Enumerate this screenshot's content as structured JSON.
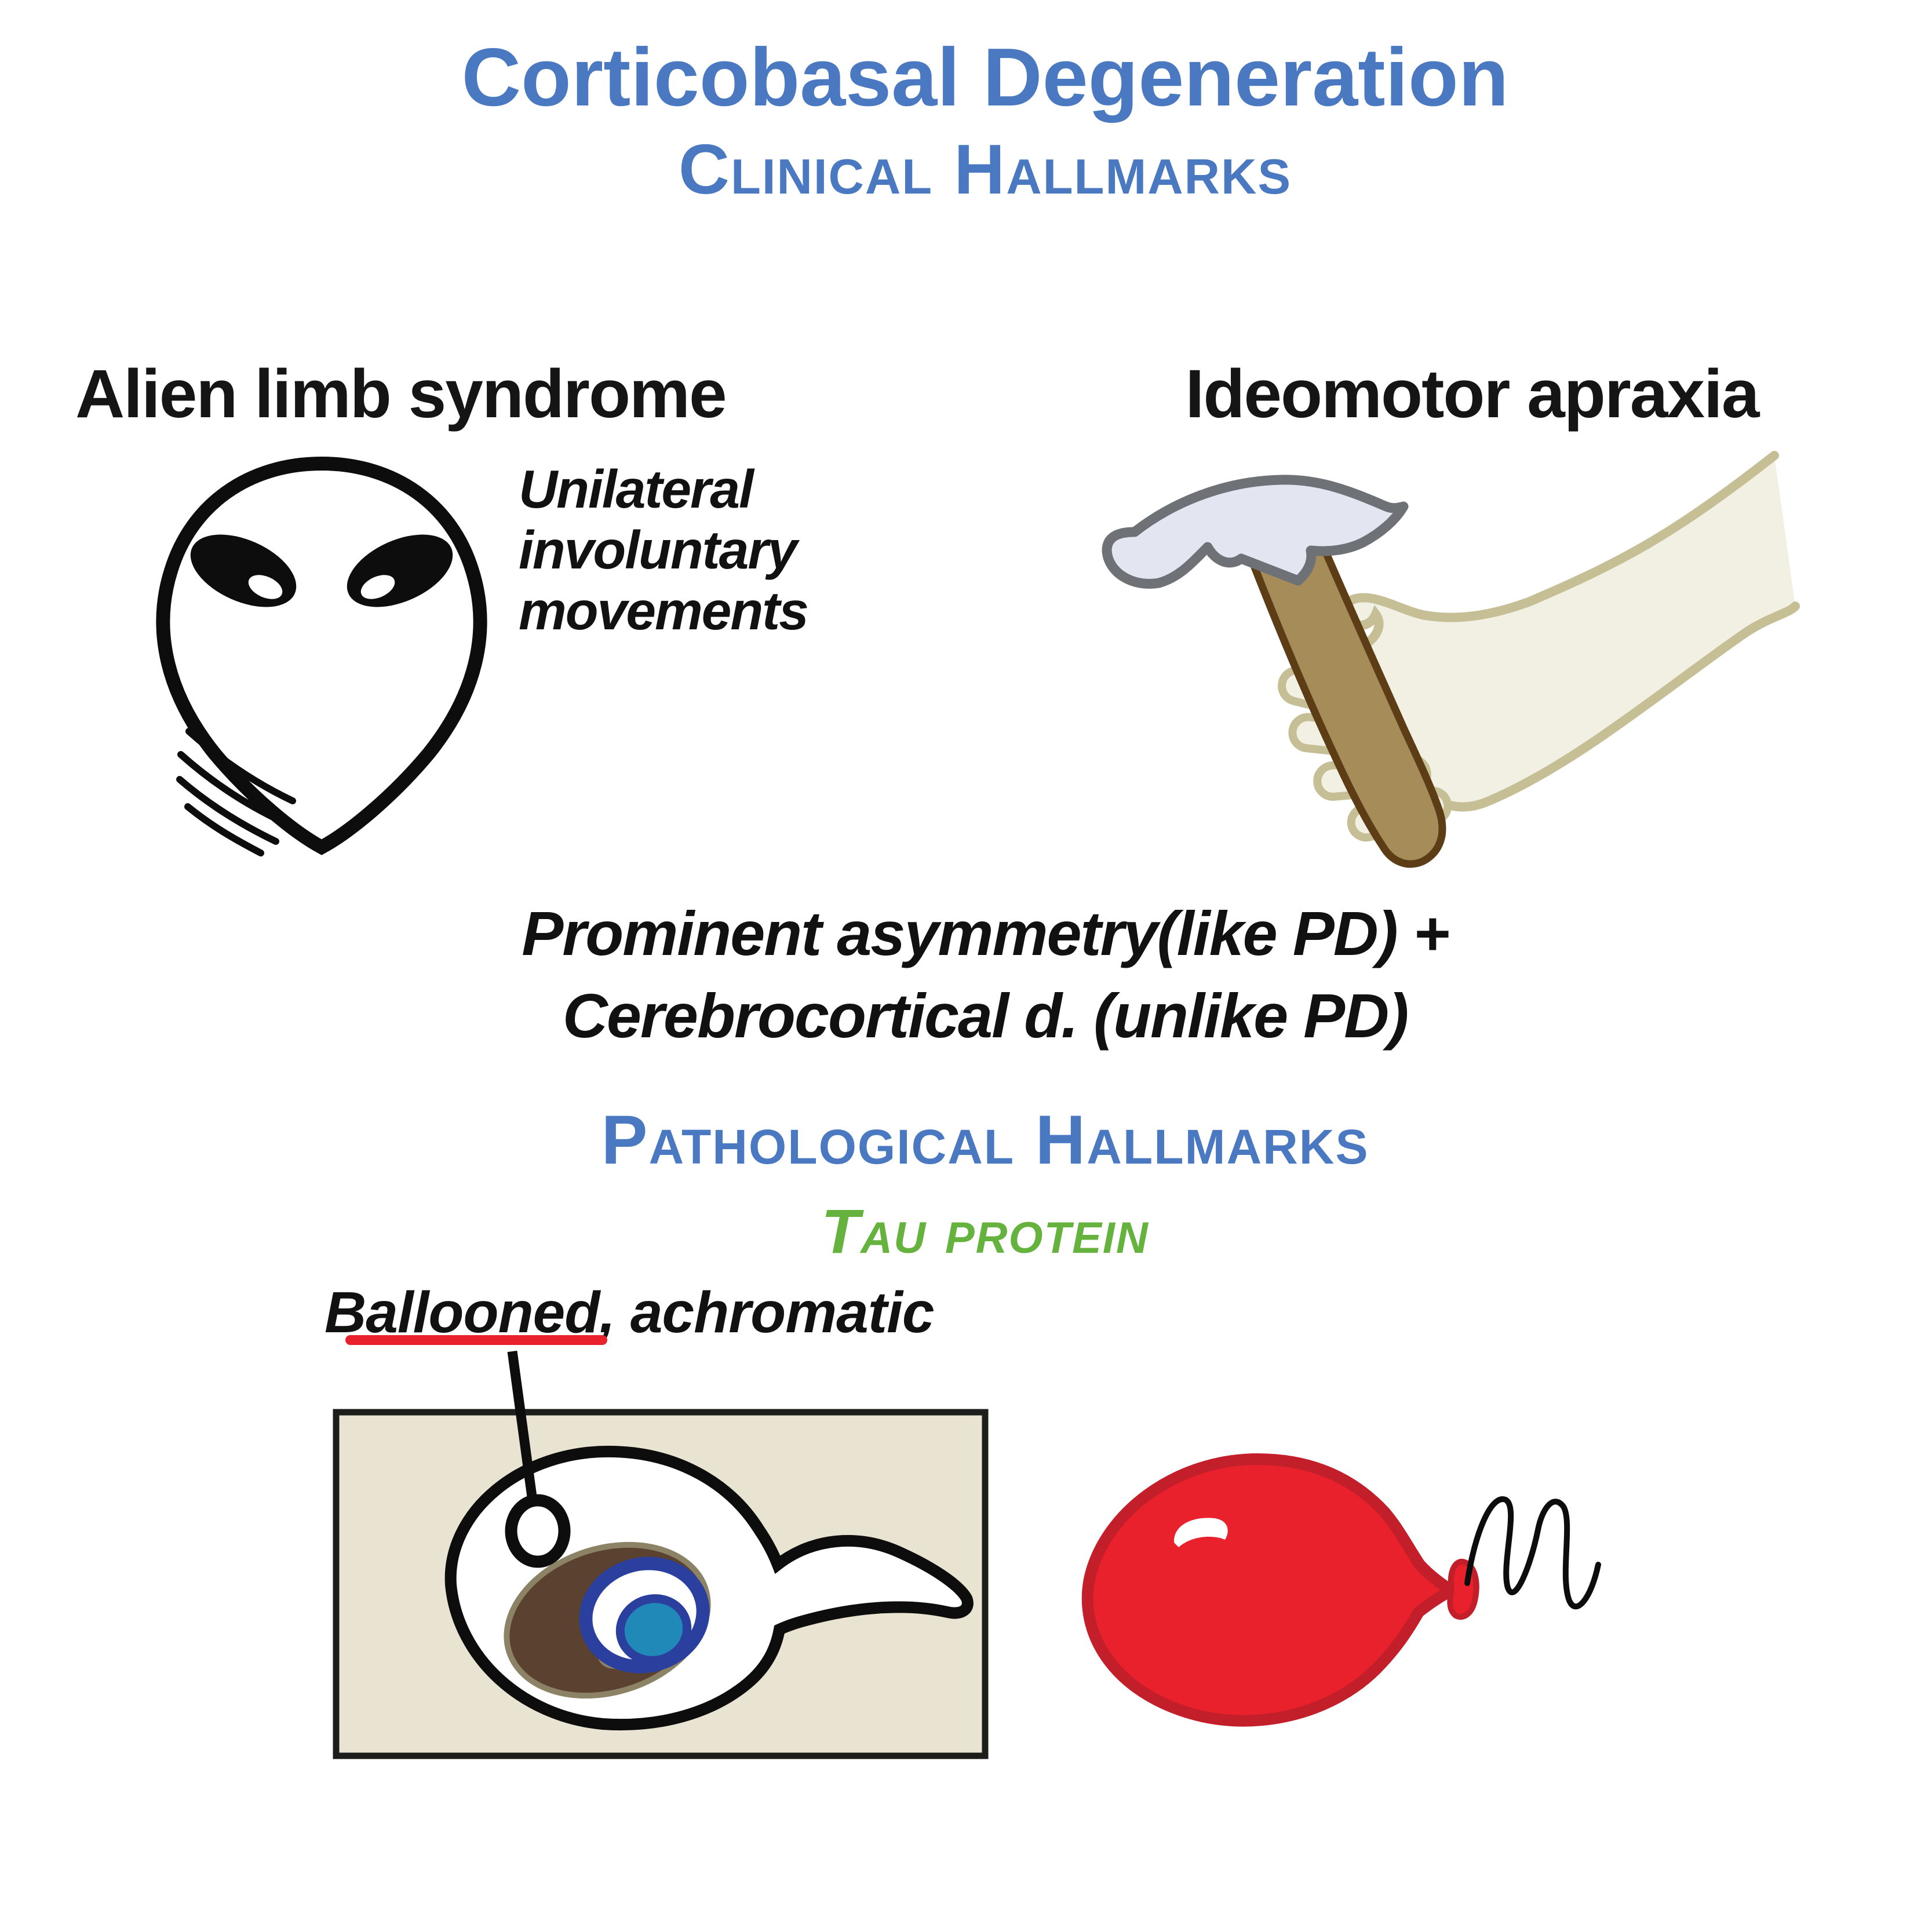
{
  "header": {
    "title": "Corticobasal Degeneration",
    "subtitle": "Clinical Hallmarks",
    "title_color": "#4a79c2"
  },
  "clinical": {
    "alien": {
      "heading": "Alien limb syndrome",
      "note_lines": [
        "Unilateral",
        "involuntary",
        "movements"
      ],
      "icon": "alien-head-icon"
    },
    "apraxia": {
      "heading": "Ideomotor apraxia",
      "icon": "hand-grabbing-hammer-icon"
    }
  },
  "middle_note": {
    "line1": "Prominent asymmetry(like PD) +",
    "line2": "Cerebrocortical d. (unlike PD)"
  },
  "pathological": {
    "heading": "Pathological Hallmarks",
    "protein": "Tau protein",
    "protein_color": "#66b23e",
    "label": {
      "underlined": "Ballooned",
      "rest": ", achromatic",
      "underline_color": "#e8212d"
    },
    "icons": [
      "ballooned-neuron-micrograph-icon",
      "red-balloon-icon"
    ]
  },
  "colors": {
    "background": "#ffffff",
    "text_black": "#111111",
    "heading_blue": "#4a79c2",
    "tau_green": "#66b23e",
    "underline_red": "#e8212d",
    "balloon_fill": "#e8212d",
    "balloon_outline": "#c31f2b",
    "micrograph_bg": "#e9e3d2",
    "micrograph_border": "#1d1d1b",
    "neuron_nucleus_brown": "#5a4130",
    "nucleus_rim_olive": "#8c8266",
    "ring_blue": "#2b409e",
    "nucleolus_teal": "#2089b8",
    "hammer_head_fill": "#e3e5f0",
    "hammer_head_outline": "#6e7175",
    "hammer_handle_fill": "#a68c58",
    "hammer_handle_outline": "#5d3d16",
    "arm_fill": "#f1f0e2",
    "arm_outline": "#c6bf96"
  }
}
